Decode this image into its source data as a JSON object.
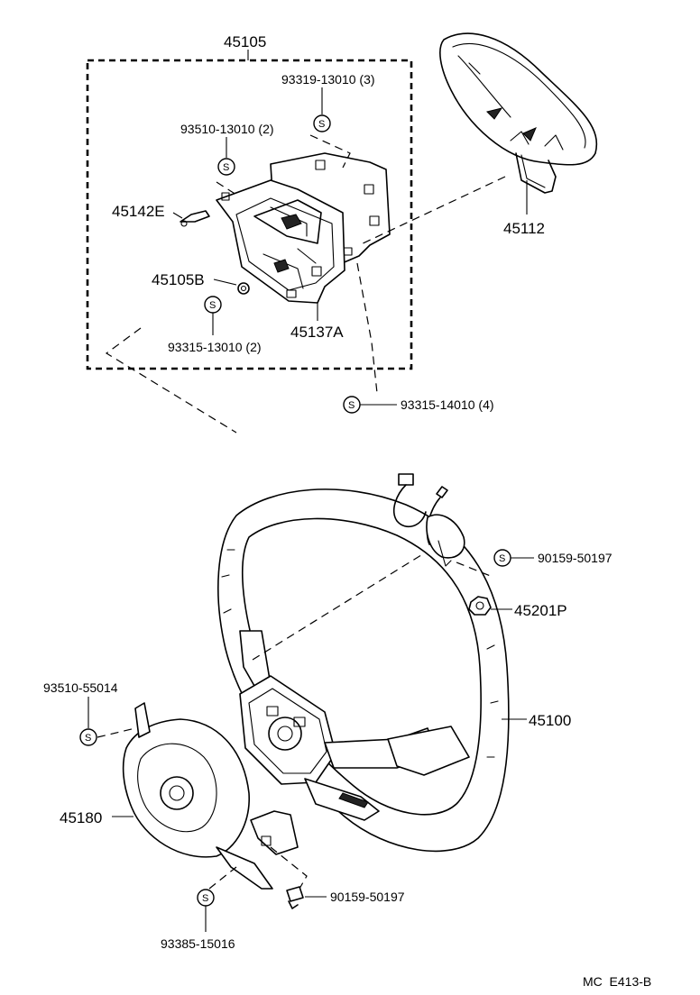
{
  "diagram": {
    "assembly_label": "45105",
    "symbol_s": "S",
    "drawing_code": "MC  E413-B"
  },
  "callouts": {
    "c93319": "93319-13010 (3)",
    "c93510_13010": "93510-13010 (2)",
    "c45142E": "45142E",
    "c45105B": "45105B",
    "c93315_13010": "93315-13010 (2)",
    "c45137A": "45137A",
    "c45112": "45112",
    "c93315_14010": "93315-14010 (4)",
    "c90159_top": "90159-50197",
    "c45201P": "45201P",
    "c45100": "45100",
    "c93510_55014": "93510-55014",
    "c45180": "45180",
    "c90159_bottom": "90159-50197",
    "c93385": "93385-15016"
  }
}
